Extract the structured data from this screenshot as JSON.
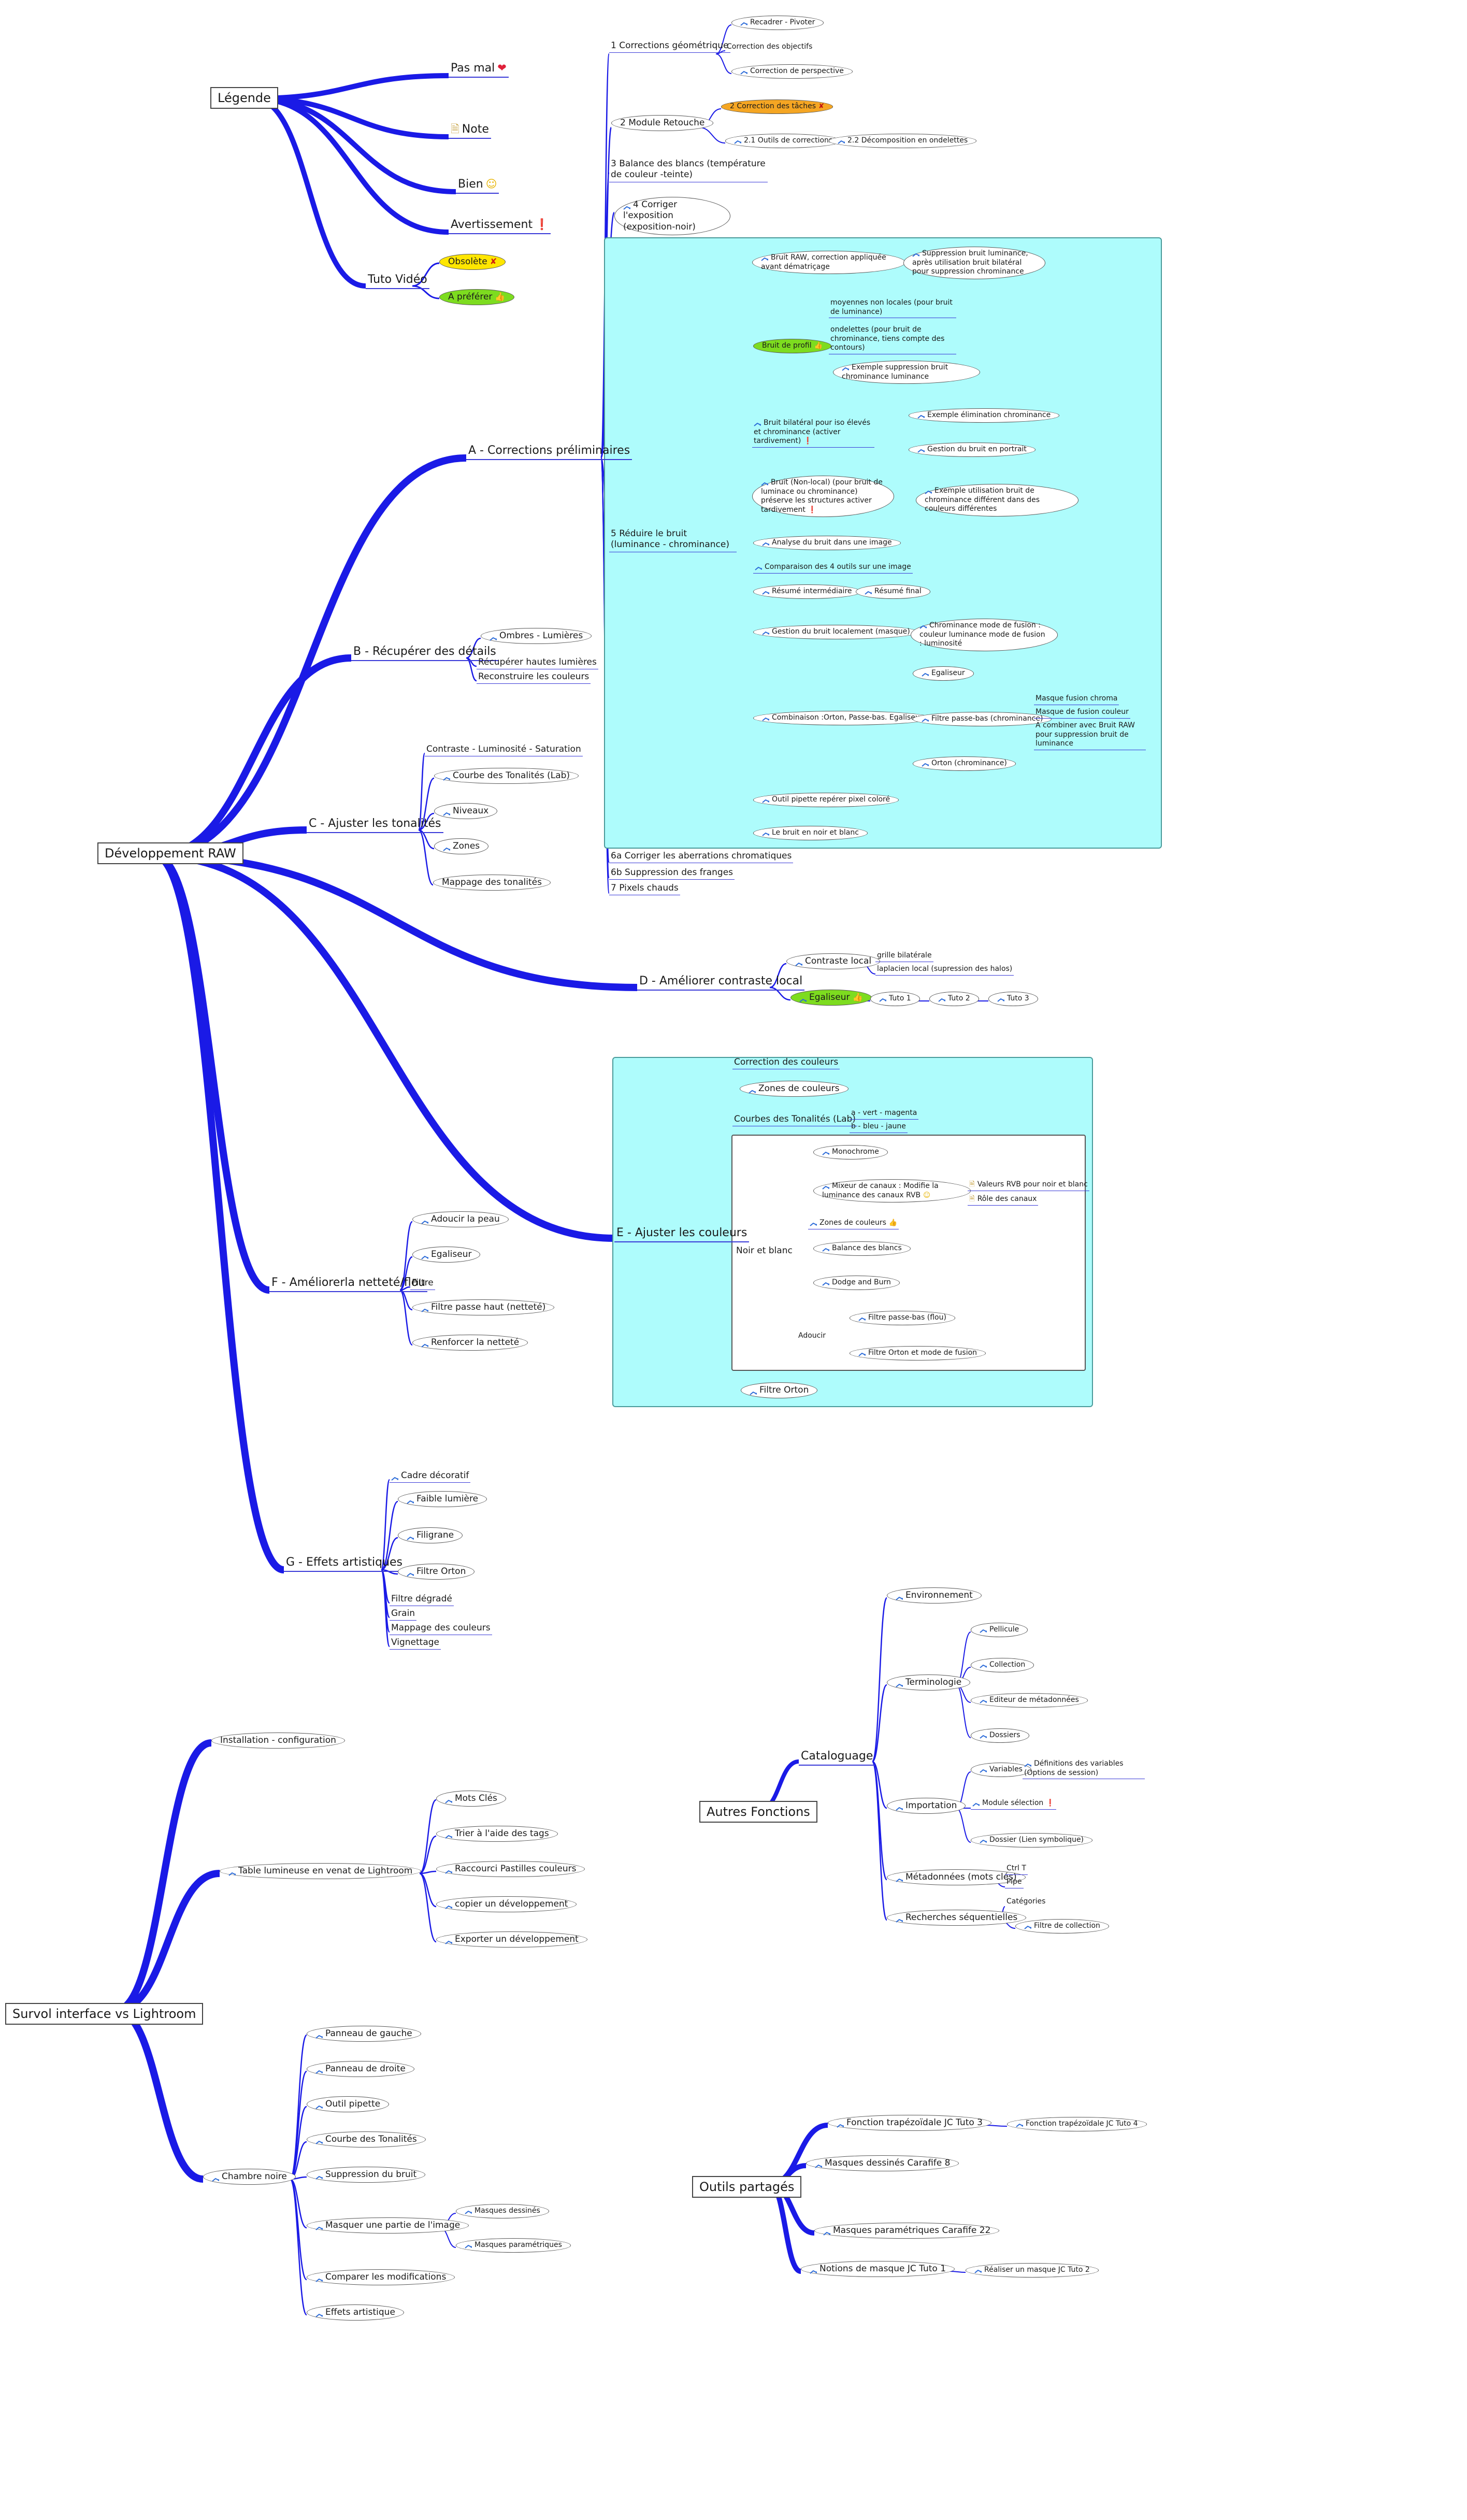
{
  "colors": {
    "edge": "#1a1ae6",
    "panel": "#aefcfc",
    "panel_border": "#4a9a9a",
    "orange": "#f5a623",
    "yellow": "#ffe600",
    "green": "#7ddc1f"
  },
  "legende": {
    "title": "Légende",
    "pas_mal": "Pas mal",
    "note": "Note",
    "bien": "Bien",
    "avertissement": "Avertissement",
    "tuto_video": "Tuto Vidéo",
    "obsolete": "Obsolète",
    "a_preferer": "A préférer"
  },
  "dev": {
    "root": "Développement RAW",
    "a": {
      "title": "A - Corrections préliminaires",
      "c1": "1 Corrections géométrique",
      "c1a": "Recadrer - Pivoter",
      "c1b": "Correction des objectifs",
      "c1c": "Correction de perspective",
      "c2": "2 Module Retouche",
      "c2a": "2 Correction des tâches",
      "c2b": "2.1 Outils de corrections",
      "c2c": "2.2 Décomposition en ondelettes",
      "c3": "3 Balance des blancs (température de couleur -teinte)",
      "c4": "4 Corriger l'exposition (exposition-noir)",
      "c5": "5 Réduire le bruit (luminance - chrominance)",
      "n1": "Bruit RAW, correction appliquée avant dématriçage",
      "n1a": "Suppression bruit luminance, après utilisation bruit bilatéral pour suppression chrominance",
      "n2": "Bruit de profil",
      "n2a": "moyennes non locales  (pour bruit de luminance)",
      "n2b": "ondelettes (pour bruit de chrominance, tiens compte des contours)",
      "n2c": "Exemple suppression bruit chrominance luminance",
      "n3": "Bruit bilatéral pour iso élevés et chrominance (activer tardivement)",
      "n3a": "Exemple élimination chrominance",
      "n3b": "Gestion du bruit en portrait",
      "n4": "Bruit (Non-local) (pour bruit de luminace ou chrominance) préserve les structures activer tardivement",
      "n4a": "Exemple utilisation bruit de chrominance différent dans des couleurs différentes",
      "n5": "Analyse du bruit dans une image",
      "n6": "Comparaison des 4 outils sur une image",
      "n7": "Résumé intermédiaire",
      "n7a": "Résumé final",
      "n8": "Gestion du bruit localement (masque)",
      "n8a": "Chrominance mode de fusion : couleur luminance mode de fusion : luminosité",
      "n9": "Combinaison :Orton, Passe-bas. Egaliseur",
      "n9a": "Egaliseur",
      "n9b": "Filtre passe-bas (chrominance)",
      "n9b1": "Masque fusion chroma",
      "n9b2": "Masque de fusion couleur",
      "n9b3": "A combiner avec Bruit RAW pour suppression bruit de luminance",
      "n9c": "Orton (chrominance)",
      "n10": "Outil pipette repérer pixel coloré",
      "n11": "Le bruit en noir et blanc",
      "c6a": "6a Corriger les aberrations chromatiques",
      "c6b": "6b Suppression des franges",
      "c7": "7 Pixels chauds"
    },
    "b": {
      "title": "B - Récupérer des détails",
      "i1": "Ombres - Lumières",
      "i2": "Récupérer hautes lumières",
      "i3": "Reconstruire les couleurs"
    },
    "c": {
      "title": "C - Ajuster les tonalités",
      "i1": "Contraste - Luminosité - Saturation",
      "i2": "Courbe des Tonalités (Lab)",
      "i3": "Niveaux",
      "i4": "Zones",
      "i5": "Mappage des tonalités"
    },
    "d": {
      "title": "D - Améliorer contraste local",
      "i1": "Contraste local",
      "i1a": "grille bilatérale",
      "i1b": "laplacien local (supression des halos)",
      "i2": "Egaliseur",
      "t1": "Tuto 1",
      "t2": "Tuto 2",
      "t3": "Tuto 3"
    },
    "e": {
      "title": "E -  Ajuster les couleurs",
      "i1": "Correction des couleurs",
      "i2": "Zones de couleurs",
      "i3": "Courbes des Tonalités (Lab)",
      "i3a": "a - vert - magenta",
      "i3b": "b - bleu - jaune",
      "nb": "Noir et blanc",
      "nb1": "Monochrome",
      "nb2": "Mixeur de canaux : Modifie la luminance des canaux RVB",
      "nb2a": "Valeurs RVB pour noir et blanc",
      "nb2b": "Rôle des canaux",
      "nb3": "Zones de couleurs",
      "nb4": "Balance des blancs",
      "nb5": "Dodge and Burn",
      "nb6": "Adoucir",
      "nb6a": "Filtre passe-bas (flou)",
      "nb6b": "Filtre Orton et mode de fusion",
      "i5": "Filtre Orton"
    },
    "f": {
      "title": "F - Améliorerla netteté/flou",
      "i1": "Adoucir la peau",
      "i2": "Egaliseur",
      "i3": "Filtre",
      "i4": "Filtre passe haut (netteté)",
      "i5": "Renforcer la netteté"
    },
    "g": {
      "title": "G - Effets artistiques",
      "i1": "Cadre décoratif",
      "i2": "Faible lumière",
      "i3": "Filigrane",
      "i4": "Filtre Orton",
      "i5": "Filtre dégradé",
      "i6": "Grain",
      "i7": "Mappage des couleurs",
      "i8": "Vignettage"
    }
  },
  "survol": {
    "root": "Survol  interface vs Lightroom",
    "install": "Installation - configuration",
    "table": "Table lumineuse en venat de Lightroom",
    "t1": "Mots Clés",
    "t2": "Trier à l'aide des tags",
    "t3": "Raccourci Pastilles couleurs",
    "t4": "copier un développement",
    "t5": "Exporter un développement",
    "chambre": "Chambre noire",
    "c1": "Panneau de gauche",
    "c2": "Panneau de droite",
    "c3": "Outil pipette",
    "c4": "Courbe des Tonalités",
    "c5": "Suppression du bruit",
    "c6": "Masquer une partie de l'image",
    "c6a": "Masques dessinés",
    "c6b": "Masques paramétriques",
    "c7": "Comparer les modifications",
    "c8": "Effets artistique"
  },
  "autres": {
    "root": "Autres Fonctions",
    "catalogue": "Cataloguage",
    "env": "Environnement",
    "term": "Terminologie",
    "term1": "Pellicule",
    "term2": "Collection",
    "term3": "Editeur de métadonnées",
    "term4": "Dossiers",
    "imp": "Importation",
    "imp1": "Variables",
    "imp1a": "Définitions des variables (Options de session)",
    "imp2": "Module sélection",
    "imp3": "Dossier (Lien symbolique)",
    "meta": "Métadonnées (mots clés)",
    "meta1": "Ctrl T",
    "meta2": "Pipe",
    "rech": "Recherches séquentielles",
    "rech1": "Catégories",
    "rech2": "Filtre de collection"
  },
  "outils": {
    "root": "Outils partagés",
    "o1": "Fonction trapézoïdale JC Tuto 3",
    "o1a": "Fonction trapézoïdale JC Tuto 4",
    "o2": "Masques dessinés Carafife 8",
    "o3": "Masques paramétriques Carafife 22",
    "o4": "Notions de masque JC Tuto 1",
    "o4a": "Réaliser un masque JC Tuto 2"
  }
}
